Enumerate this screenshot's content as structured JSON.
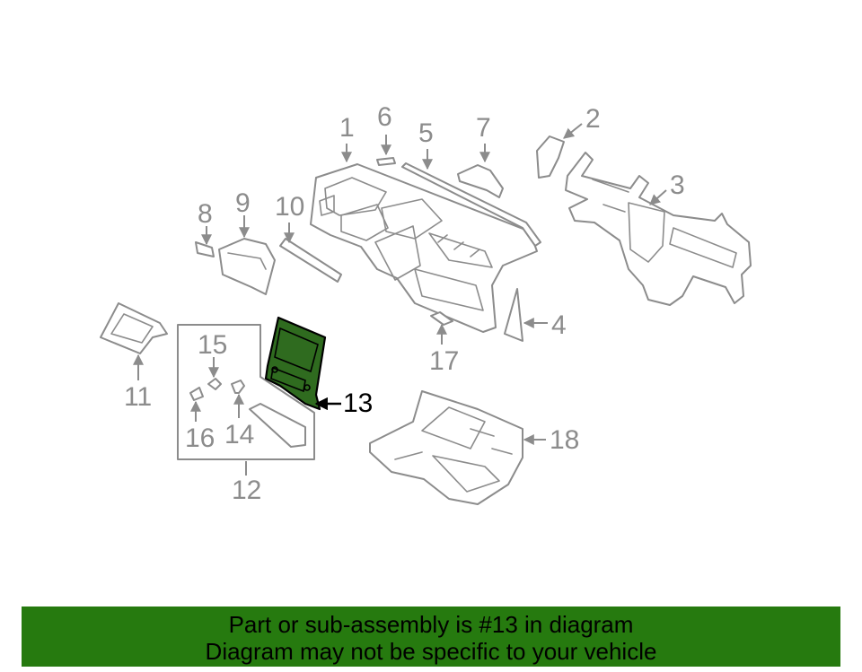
{
  "colors": {
    "highlight_part": "#2f6b1f",
    "banner_background": "#267a0f",
    "line_art": "#8c8c8c",
    "highlight_text": "#000000"
  },
  "diagram": {
    "highlighted_callout": "13",
    "callouts": {
      "c1": "1",
      "c2": "2",
      "c3": "3",
      "c4": "4",
      "c5": "5",
      "c6": "6",
      "c7": "7",
      "c8": "8",
      "c9": "9",
      "c10": "10",
      "c11": "11",
      "c12": "12",
      "c13": "13",
      "c14": "14",
      "c15": "15",
      "c16": "16",
      "c17": "17",
      "c18": "18"
    }
  },
  "banner": {
    "line1": "Part or sub-assembly is #13 in diagram",
    "line2": "Diagram may not be specific to your vehicle"
  }
}
